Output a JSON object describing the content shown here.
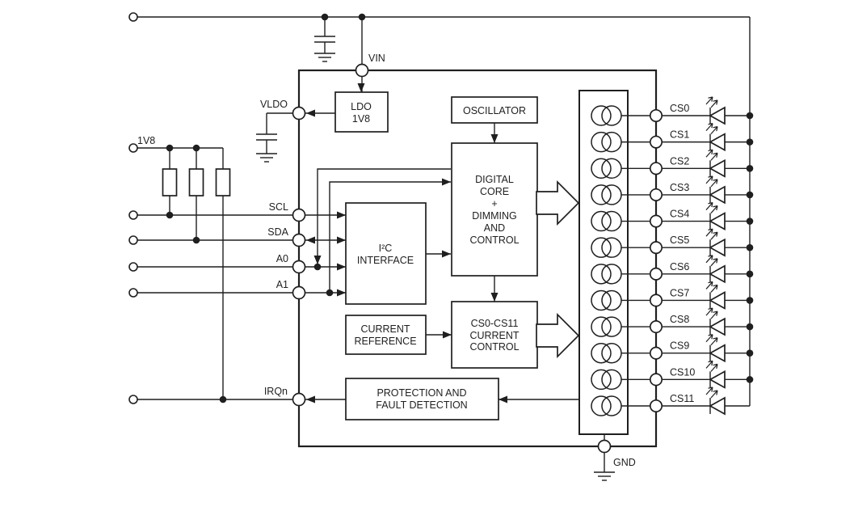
{
  "labels": {
    "vin": "VIN",
    "vldo": "VLDO",
    "rail_1v8": "1V8",
    "scl": "SCL",
    "sda": "SDA",
    "a0": "A0",
    "a1": "A1",
    "irqn": "IRQn",
    "gnd": "GND"
  },
  "blocks": {
    "ldo": {
      "lines": [
        "LDO",
        "1V8"
      ]
    },
    "oscillator": {
      "label": "OSCILLATOR"
    },
    "digital_core": {
      "lines": [
        "DIGITAL",
        "CORE",
        "+",
        "DIMMING",
        "AND",
        "CONTROL"
      ]
    },
    "i2c_interface": {
      "lines": [
        "I²C",
        "INTERFACE"
      ]
    },
    "current_reference": {
      "lines": [
        "CURRENT",
        "REFERENCE"
      ]
    },
    "cs_current_control": {
      "lines": [
        "CS0-CS11",
        "CURRENT",
        "CONTROL"
      ]
    },
    "protection": {
      "lines": [
        "PROTECTION AND",
        "FAULT DETECTION"
      ]
    }
  },
  "cs_channels": [
    "CS0",
    "CS1",
    "CS2",
    "CS3",
    "CS4",
    "CS5",
    "CS6",
    "CS7",
    "CS8",
    "CS9",
    "CS10",
    "CS11"
  ],
  "colors": {
    "line": "#1f1f1f",
    "background": "#ffffff"
  }
}
